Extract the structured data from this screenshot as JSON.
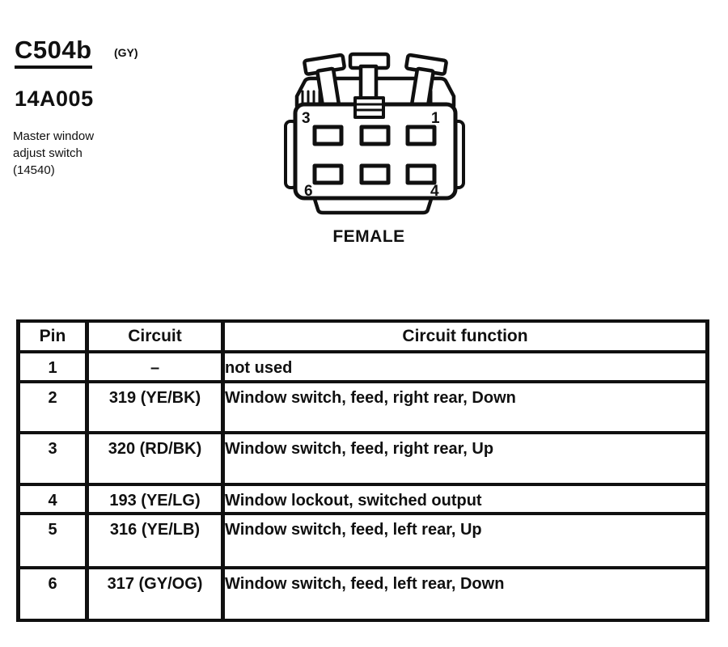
{
  "header": {
    "connector_id": "C504b",
    "connector_color_code": "(GY)",
    "part_number": "14A005",
    "description_line1": "Master window",
    "description_line2": "adjust switch",
    "description_line3": "(14540)"
  },
  "connector": {
    "gender_label": "FEMALE",
    "pin_labels": {
      "top_left": "3",
      "top_right": "1",
      "bottom_left": "6",
      "bottom_right": "4"
    }
  },
  "table": {
    "headers": {
      "pin": "Pin",
      "circuit": "Circuit",
      "function": "Circuit function"
    },
    "rows": [
      {
        "pin": "1",
        "circuit": "–",
        "function": "not used"
      },
      {
        "pin": "2",
        "circuit": "319 (YE/BK)",
        "function": "Window switch, feed, right rear, Down"
      },
      {
        "pin": "3",
        "circuit": "320 (RD/BK)",
        "function": "Window switch, feed, right rear, Up"
      },
      {
        "pin": "4",
        "circuit": "193 (YE/LG)",
        "function": "Window lockout, switched output"
      },
      {
        "pin": "5",
        "circuit": "316 (YE/LB)",
        "function": "Window switch, feed, left rear, Up"
      },
      {
        "pin": "6",
        "circuit": "317 (GY/OG)",
        "function": "Window switch, feed, left rear, Down"
      }
    ]
  },
  "colors": {
    "ink": "#101010",
    "paper": "#ffffff"
  }
}
